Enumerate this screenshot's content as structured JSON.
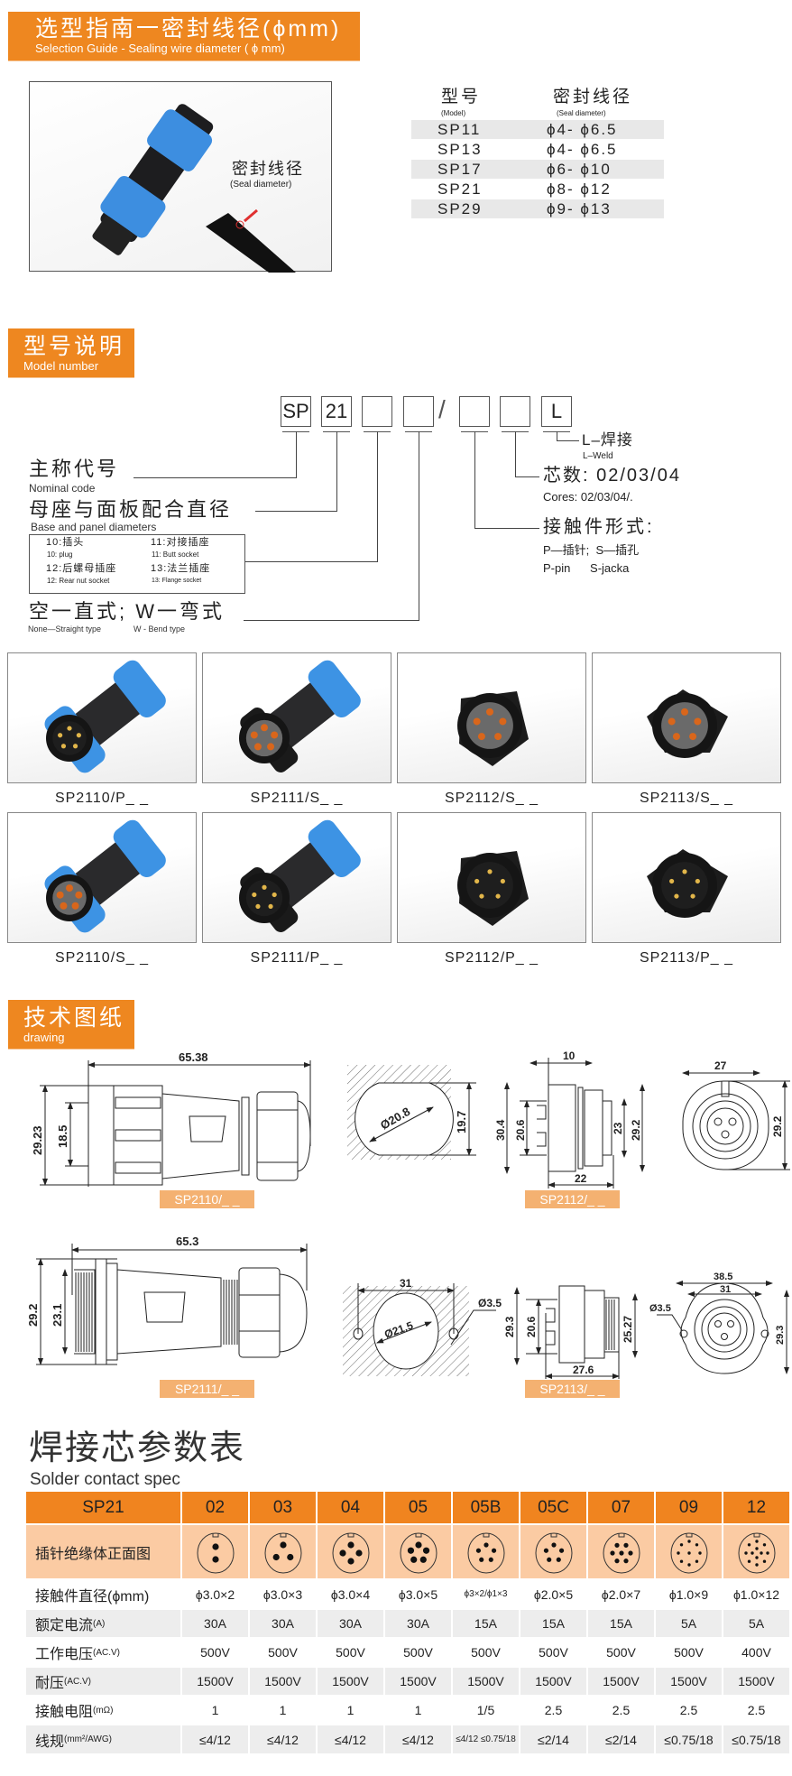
{
  "selection_guide": {
    "title_cn": "选型指南一密封线径(ϕmm)",
    "title_en": "Selection Guide - Sealing wire diameter ( ϕ mm)",
    "callout_cn": "密封线径",
    "callout_en": "(Seal diameter)",
    "table": {
      "model_cn": "型号",
      "model_en": "(Model)",
      "seal_cn": "密封线径",
      "seal_en": "(Seal diameter)",
      "rows": [
        {
          "model": "SP11",
          "seal": "ϕ4- ϕ6.5"
        },
        {
          "model": "SP13",
          "seal": "ϕ4- ϕ6.5"
        },
        {
          "model": "SP17",
          "seal": "ϕ6- ϕ10"
        },
        {
          "model": "SP21",
          "seal": "ϕ8- ϕ12"
        },
        {
          "model": "SP29",
          "seal": "ϕ9- ϕ13"
        }
      ]
    }
  },
  "model_number": {
    "title_cn": "型号说明",
    "title_en": "Model number",
    "code_boxes": [
      "SP",
      "21",
      "",
      "",
      "",
      "",
      "L"
    ],
    "slash": "/",
    "nominal_cn": "主称代号",
    "nominal_en": "Nominal code",
    "base_cn": "母座与面板配合直径",
    "base_en": "Base and panel diameters",
    "types": [
      {
        "cn": "10:插头",
        "en": "10:  plug"
      },
      {
        "cn": "11:对接插座",
        "en": "11:  Butt socket"
      },
      {
        "cn": "12:后螺母插座",
        "en": "12:  Rear nut socket"
      },
      {
        "cn": "13:法兰插座",
        "en": "13:  Flange socket"
      }
    ],
    "straight_cn": "空一直式; W一弯式",
    "straight_en_a": "None—Straight type",
    "straight_en_b": "W - Bend type",
    "weld_cn": "L–焊接",
    "weld_en": "L–Weld",
    "cores_cn": "芯数:  02/03/04",
    "cores_en": "Cores: 02/03/04/.",
    "contact_cn": "接触件形式:",
    "contact_line1": "P—插针;  S—插孔",
    "contact_line2": "P-pin      S-jacka"
  },
  "products": [
    {
      "label": "SP2110/P_ _",
      "kind": "plug",
      "contact": "pin"
    },
    {
      "label": "SP2111/S_ _",
      "kind": "butt",
      "contact": "socket"
    },
    {
      "label": "SP2112/S_ _",
      "kind": "rear",
      "contact": "socket"
    },
    {
      "label": "SP2113/S_ _",
      "kind": "flange",
      "contact": "socket"
    },
    {
      "label": "SP2110/S_ _",
      "kind": "plug",
      "contact": "socket"
    },
    {
      "label": "SP2111/P_ _",
      "kind": "butt",
      "contact": "pin"
    },
    {
      "label": "SP2112/P_ _",
      "kind": "rear",
      "contact": "pin"
    },
    {
      "label": "SP2113/P_ _",
      "kind": "flange",
      "contact": "pin"
    }
  ],
  "drawing": {
    "title_cn": "技术图纸",
    "title_en": "drawing",
    "labels": [
      "SP2110/_ _",
      "SP2112/_ _",
      "SP2111/_ _",
      "SP2113/_ _"
    ],
    "dims": {
      "d1_len": "65.38",
      "d1_h": "29.23",
      "d1_in": "18.5",
      "d2_dia": "Ø20.8",
      "d2_h": "19.7",
      "d3_top": "10",
      "d3_a": "30.4",
      "d3_b": "20.6",
      "d3_c": "23",
      "d3_d": "29.2",
      "d3_bot": "22",
      "d4_w": "27",
      "d4_h": "29.2",
      "d5_len": "65.3",
      "d5_h": "29.2",
      "d5_in": "23.1",
      "d6_w": "31",
      "d6_dia": "Ø21.5",
      "d6_hole": "Ø3.5",
      "d7_a": "29.3",
      "d7_b": "20.6",
      "d7_c": "25.27",
      "d7_bot": "27.6",
      "d8_w1": "38.5",
      "d8_w2": "31",
      "d8_hole": "Ø3.5",
      "d8_h": "29.3"
    }
  },
  "spec": {
    "title_cn": "焊接芯参数表",
    "title_en": "Solder contact spec",
    "header": [
      "SP21",
      "02",
      "03",
      "04",
      "05",
      "05B",
      "05C",
      "07",
      "09",
      "12"
    ],
    "pin_counts": [
      2,
      3,
      4,
      5,
      5,
      5,
      7,
      9,
      12
    ],
    "diagram_label": "插针绝缘体正面图",
    "rows": [
      {
        "label": "接触件直径(ϕmm)",
        "unit": "",
        "values": [
          "ϕ3.0×2",
          "ϕ3.0×3",
          "ϕ3.0×4",
          "ϕ3.0×5",
          "ϕ3×2/ϕ1×3",
          "ϕ2.0×5",
          "ϕ2.0×7",
          "ϕ1.0×9",
          "ϕ1.0×12"
        ]
      },
      {
        "label": "额定电流",
        "unit": "(A)",
        "values": [
          "30A",
          "30A",
          "30A",
          "30A",
          "15A",
          "15A",
          "15A",
          "5A",
          "5A"
        ]
      },
      {
        "label": "工作电压",
        "unit": "(AC.V)",
        "values": [
          "500V",
          "500V",
          "500V",
          "500V",
          "500V",
          "500V",
          "500V",
          "500V",
          "400V"
        ]
      },
      {
        "label": "耐压",
        "unit": "(AC.V)",
        "values": [
          "1500V",
          "1500V",
          "1500V",
          "1500V",
          "1500V",
          "1500V",
          "1500V",
          "1500V",
          "1500V"
        ]
      },
      {
        "label": "接触电阻",
        "unit": "(mΩ)",
        "values": [
          "1",
          "1",
          "1",
          "1",
          "1/5",
          "2.5",
          "2.5",
          "2.5",
          "2.5"
        ]
      },
      {
        "label": "线规",
        "unit": "(mm²/AWG)",
        "values": [
          "≤4/12",
          "≤4/12",
          "≤4/12",
          "≤4/12",
          "≤4/12 ≤0.75/18",
          "≤2/14",
          "≤2/14",
          "≤0.75/18",
          "≤0.75/18"
        ]
      }
    ]
  },
  "colors": {
    "accent": "#ee8720",
    "peach": "#fbcba3",
    "label_bg": "#f4b171",
    "connector_blue": "#2e86d6"
  }
}
